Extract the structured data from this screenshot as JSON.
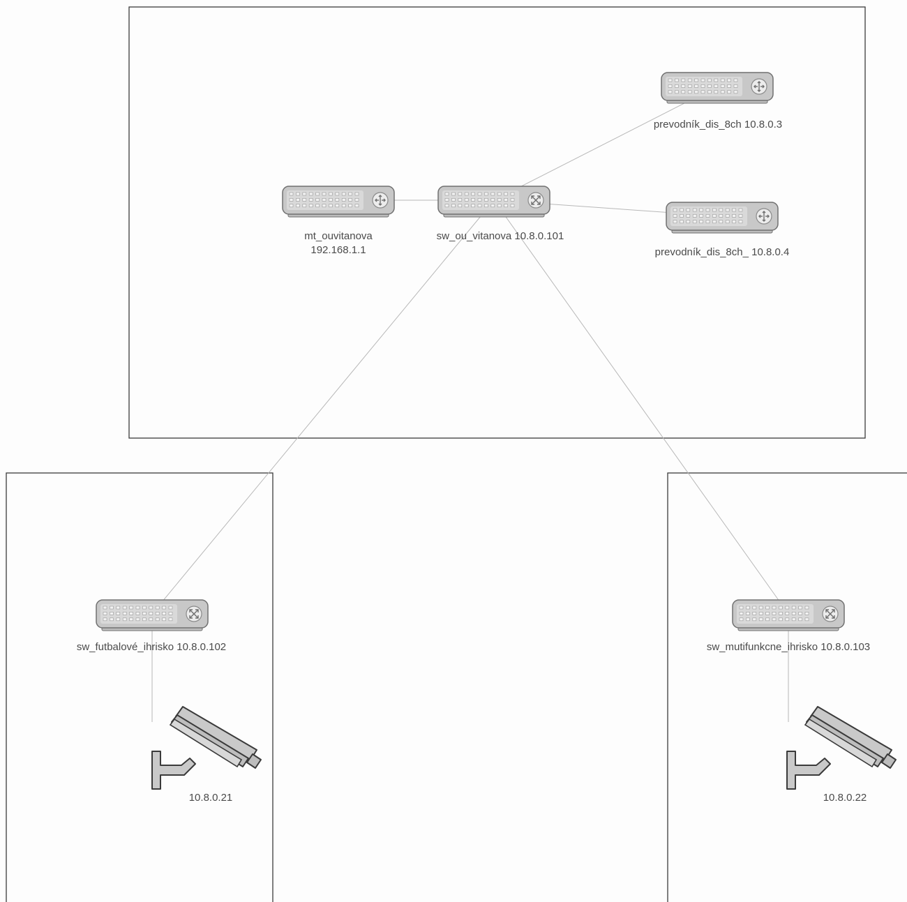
{
  "colors": {
    "background": "#fdfdfd",
    "frame": "#3a3a3a",
    "link": "#b8b8b8",
    "device_body": "#c8c8c8",
    "device_outline": "#707070",
    "label": "#4a4a4a"
  },
  "nodes": {
    "mt_ouvitanova": {
      "icon": "router-icon",
      "label_lines": [
        "mt_ouvitanova",
        "192.168.1.1"
      ]
    },
    "sw_ou_vitanova": {
      "icon": "switch-icon",
      "label_lines": [
        "sw_ou_vitanova 10.8.0.101"
      ]
    },
    "prevodnik_1": {
      "icon": "router-icon",
      "label_lines": [
        "prevodník_dis_8ch 10.8.0.3"
      ]
    },
    "prevodnik_2": {
      "icon": "router-icon",
      "label_lines": [
        "prevodník_dis_8ch_ 10.8.0.4"
      ]
    },
    "sw_futbalove": {
      "icon": "switch-icon",
      "label_lines": [
        "sw_futbalové_ihrisko 10.8.0.102"
      ]
    },
    "sw_mutifunkcne": {
      "icon": "switch-icon",
      "label_lines": [
        "sw_mutifunkcne_ihrisko 10.8.0.103"
      ]
    },
    "camera_1": {
      "icon": "camera-icon",
      "label_lines": [
        "10.8.0.21"
      ]
    },
    "camera_2": {
      "icon": "camera-icon",
      "label_lines": [
        "10.8.0.22"
      ]
    }
  },
  "links": [
    [
      "mt_ouvitanova",
      "sw_ou_vitanova"
    ],
    [
      "sw_ou_vitanova",
      "prevodnik_1"
    ],
    [
      "sw_ou_vitanova",
      "prevodnik_2"
    ],
    [
      "sw_ou_vitanova",
      "sw_futbalove"
    ],
    [
      "sw_ou_vitanova",
      "sw_mutifunkcne"
    ],
    [
      "sw_futbalove",
      "camera_1"
    ],
    [
      "sw_mutifunkcne",
      "camera_2"
    ]
  ]
}
